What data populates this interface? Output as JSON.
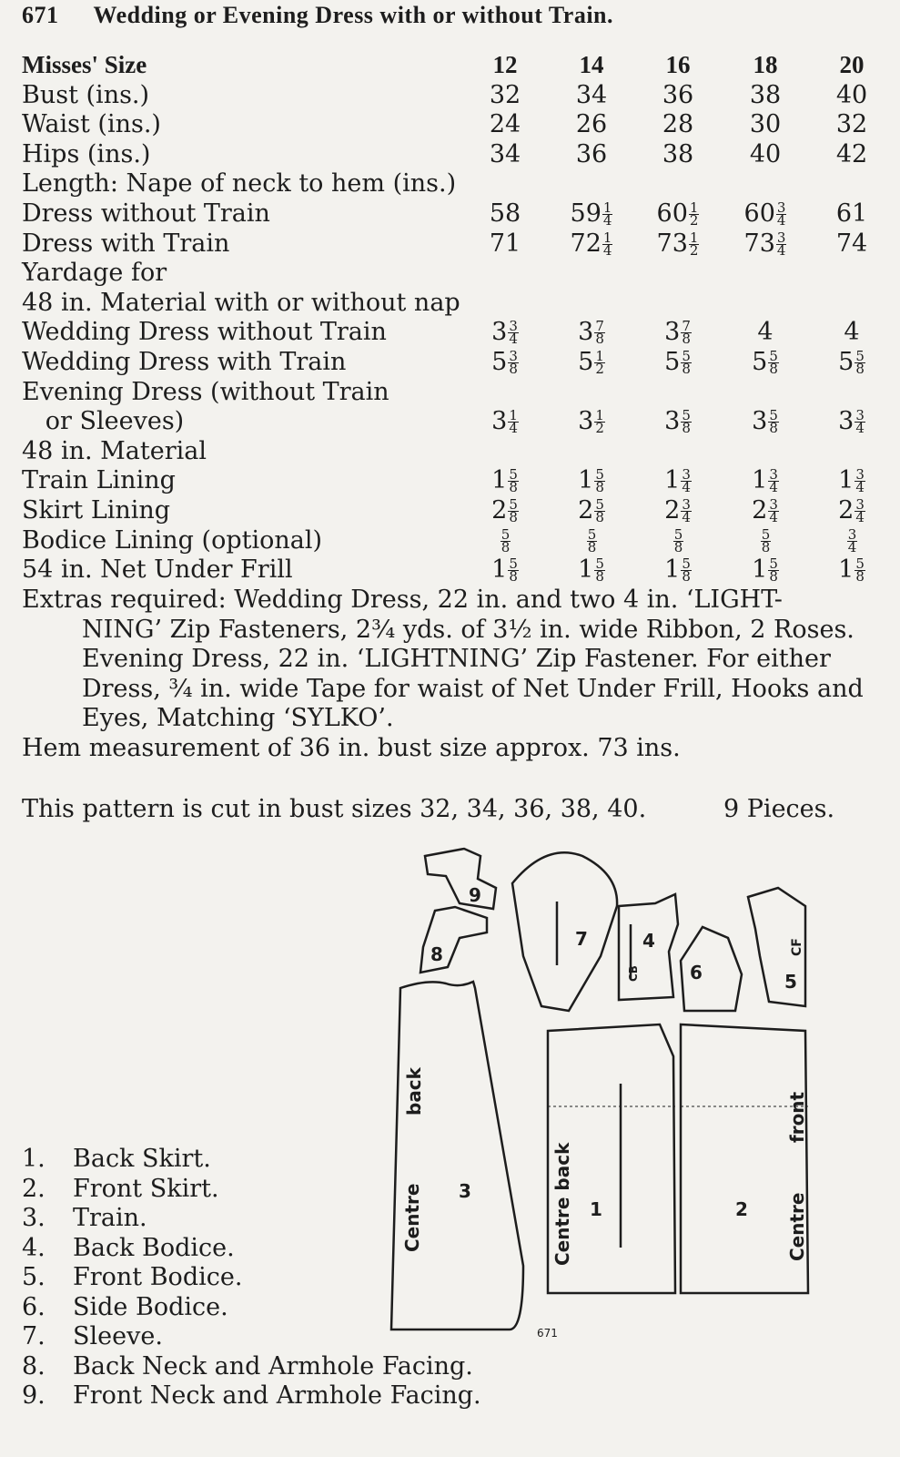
{
  "header": {
    "number": "671",
    "title": "Wedding or Evening Dress with or without Train."
  },
  "table": {
    "rows": [
      {
        "label": "Misses' Size",
        "bold": true,
        "cells": [
          {
            "w": "12"
          },
          {
            "w": "14"
          },
          {
            "w": "16"
          },
          {
            "w": "18"
          },
          {
            "w": "20"
          }
        ]
      },
      {
        "label": "Bust (ins.)",
        "cells": [
          {
            "w": "32"
          },
          {
            "w": "34"
          },
          {
            "w": "36"
          },
          {
            "w": "38"
          },
          {
            "w": "40"
          }
        ]
      },
      {
        "label": "Waist (ins.)",
        "cells": [
          {
            "w": "24"
          },
          {
            "w": "26"
          },
          {
            "w": "28"
          },
          {
            "w": "30"
          },
          {
            "w": "32"
          }
        ]
      },
      {
        "label": "Hips (ins.)",
        "cells": [
          {
            "w": "34"
          },
          {
            "w": "36"
          },
          {
            "w": "38"
          },
          {
            "w": "40"
          },
          {
            "w": "42"
          }
        ]
      },
      {
        "label": "Length: Nape of neck to hem (ins.)",
        "cells": []
      },
      {
        "label": "Dress without Train",
        "cells": [
          {
            "w": "58"
          },
          {
            "w": "59",
            "n": "1",
            "d": "4"
          },
          {
            "w": "60",
            "n": "1",
            "d": "2"
          },
          {
            "w": "60",
            "n": "3",
            "d": "4"
          },
          {
            "w": "61"
          }
        ]
      },
      {
        "label": "Dress with Train",
        "cells": [
          {
            "w": "71"
          },
          {
            "w": "72",
            "n": "1",
            "d": "4"
          },
          {
            "w": "73",
            "n": "1",
            "d": "2"
          },
          {
            "w": "73",
            "n": "3",
            "d": "4"
          },
          {
            "w": "74"
          }
        ]
      },
      {
        "label": "Yardage for",
        "cells": []
      },
      {
        "label": "48 in. Material with or without nap",
        "cells": []
      },
      {
        "label": "Wedding Dress without Train",
        "cells": [
          {
            "w": "3",
            "n": "3",
            "d": "4"
          },
          {
            "w": "3",
            "n": "7",
            "d": "8"
          },
          {
            "w": "3",
            "n": "7",
            "d": "8"
          },
          {
            "w": "4"
          },
          {
            "w": "4"
          }
        ]
      },
      {
        "label": "Wedding Dress with Train",
        "cells": [
          {
            "w": "5",
            "n": "3",
            "d": "8"
          },
          {
            "w": "5",
            "n": "1",
            "d": "2"
          },
          {
            "w": "5",
            "n": "5",
            "d": "8"
          },
          {
            "w": "5",
            "n": "5",
            "d": "8"
          },
          {
            "w": "5",
            "n": "5",
            "d": "8"
          }
        ]
      },
      {
        "label": "Evening Dress (without Train",
        "cells": []
      },
      {
        "label": "   or Sleeves)",
        "cells": [
          {
            "w": "3",
            "n": "1",
            "d": "4"
          },
          {
            "w": "3",
            "n": "1",
            "d": "2"
          },
          {
            "w": "3",
            "n": "5",
            "d": "8"
          },
          {
            "w": "3",
            "n": "5",
            "d": "8"
          },
          {
            "w": "3",
            "n": "3",
            "d": "4"
          }
        ]
      },
      {
        "label": "48 in. Material",
        "cells": []
      },
      {
        "label": "Train Lining",
        "cells": [
          {
            "w": "1",
            "n": "5",
            "d": "8"
          },
          {
            "w": "1",
            "n": "5",
            "d": "8"
          },
          {
            "w": "1",
            "n": "3",
            "d": "4"
          },
          {
            "w": "1",
            "n": "3",
            "d": "4"
          },
          {
            "w": "1",
            "n": "3",
            "d": "4"
          }
        ]
      },
      {
        "label": "Skirt Lining",
        "cells": [
          {
            "w": "2",
            "n": "5",
            "d": "8"
          },
          {
            "w": "2",
            "n": "5",
            "d": "8"
          },
          {
            "w": "2",
            "n": "3",
            "d": "4"
          },
          {
            "w": "2",
            "n": "3",
            "d": "4"
          },
          {
            "w": "2",
            "n": "3",
            "d": "4"
          }
        ]
      },
      {
        "label": "Bodice Lining (optional)",
        "cells": [
          {
            "w": "",
            "n": "5",
            "d": "8"
          },
          {
            "w": "",
            "n": "5",
            "d": "8"
          },
          {
            "w": "",
            "n": "5",
            "d": "8"
          },
          {
            "w": "",
            "n": "5",
            "d": "8"
          },
          {
            "w": "",
            "n": "3",
            "d": "4"
          }
        ]
      },
      {
        "label": "54 in. Net Under Frill",
        "cells": [
          {
            "w": "1",
            "n": "5",
            "d": "8"
          },
          {
            "w": "1",
            "n": "5",
            "d": "8"
          },
          {
            "w": "1",
            "n": "5",
            "d": "8"
          },
          {
            "w": "1",
            "n": "5",
            "d": "8"
          },
          {
            "w": "1",
            "n": "5",
            "d": "8"
          }
        ]
      }
    ]
  },
  "extras": {
    "line1": "Extras required: Wedding Dress, 22 in. and two 4 in. ‘LIGHT-",
    "line2": "NING’ Zip Fasteners, 2¾ yds. of 3½ in. wide Ribbon, 2 Roses.",
    "line3": "Evening Dress, 22 in. ‘LIGHTNING’ Zip Fastener. For either",
    "line4": "Dress, ¾ in. wide Tape for waist of Net Under Frill, Hooks and",
    "line5": "Eyes, Matching ‘SYLKO’.",
    "hem": "Hem measurement of 36 in. bust size approx. 73 ins."
  },
  "cut_note": "This pattern is cut in bust sizes 32, 34, 36, 38, 40.",
  "pieces_count": "9 Pieces.",
  "pieces": [
    {
      "n": "1.",
      "name": "Back Skirt."
    },
    {
      "n": "2.",
      "name": "Front Skirt."
    },
    {
      "n": "3.",
      "name": "Train."
    },
    {
      "n": "4.",
      "name": "Back Bodice."
    },
    {
      "n": "5.",
      "name": "Front Bodice."
    },
    {
      "n": "6.",
      "name": "Side Bodice."
    },
    {
      "n": "7.",
      "name": "Sleeve."
    },
    {
      "n": "8.",
      "name": "Back Neck and Armhole Facing."
    },
    {
      "n": "9.",
      "name": "Front Neck and Armhole Facing."
    }
  ],
  "diagram": {
    "labels": {
      "p1": "1",
      "p2": "2",
      "p3": "3",
      "p4": "4",
      "p5": "5",
      "p6": "6",
      "p7": "7",
      "p8": "8",
      "p9": "9",
      "back": "back",
      "centre3": "Centre",
      "centre_back": "Centre back",
      "centre_front": "Centre",
      "front": "front",
      "cb": "CB",
      "cf": "CF",
      "code": "671"
    }
  }
}
